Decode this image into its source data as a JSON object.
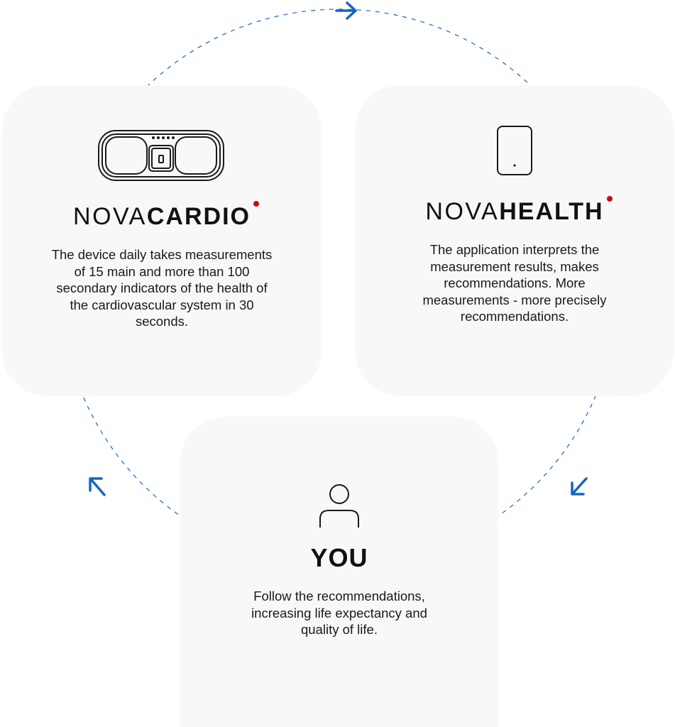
{
  "diagram": {
    "accent_color": "#1565c0",
    "dot_color": "#d40018",
    "nodes": [
      {
        "id": "novacardio",
        "icon": "cardio-device-icon",
        "brand_light": "NOVA",
        "brand_bold": "CARDIO",
        "description": "The device daily takes measurements of 15 main and more than 100 secondary indicators of the health of the cardiovascular system in 30 seconds."
      },
      {
        "id": "novahealth",
        "icon": "smartphone-icon",
        "brand_light": "NOVA",
        "brand_bold": "HEALTH",
        "description": "The application interprets the measurement results, makes recommendations. More measurements - more precisely recommendations."
      },
      {
        "id": "you",
        "icon": "user-icon",
        "title": "YOU",
        "description": "Follow the recommendations, increasing life expectancy and quality of life."
      }
    ],
    "edges": [
      {
        "from": "novacardio",
        "to": "novahealth"
      },
      {
        "from": "novahealth",
        "to": "you"
      },
      {
        "from": "you",
        "to": "novacardio"
      }
    ]
  }
}
